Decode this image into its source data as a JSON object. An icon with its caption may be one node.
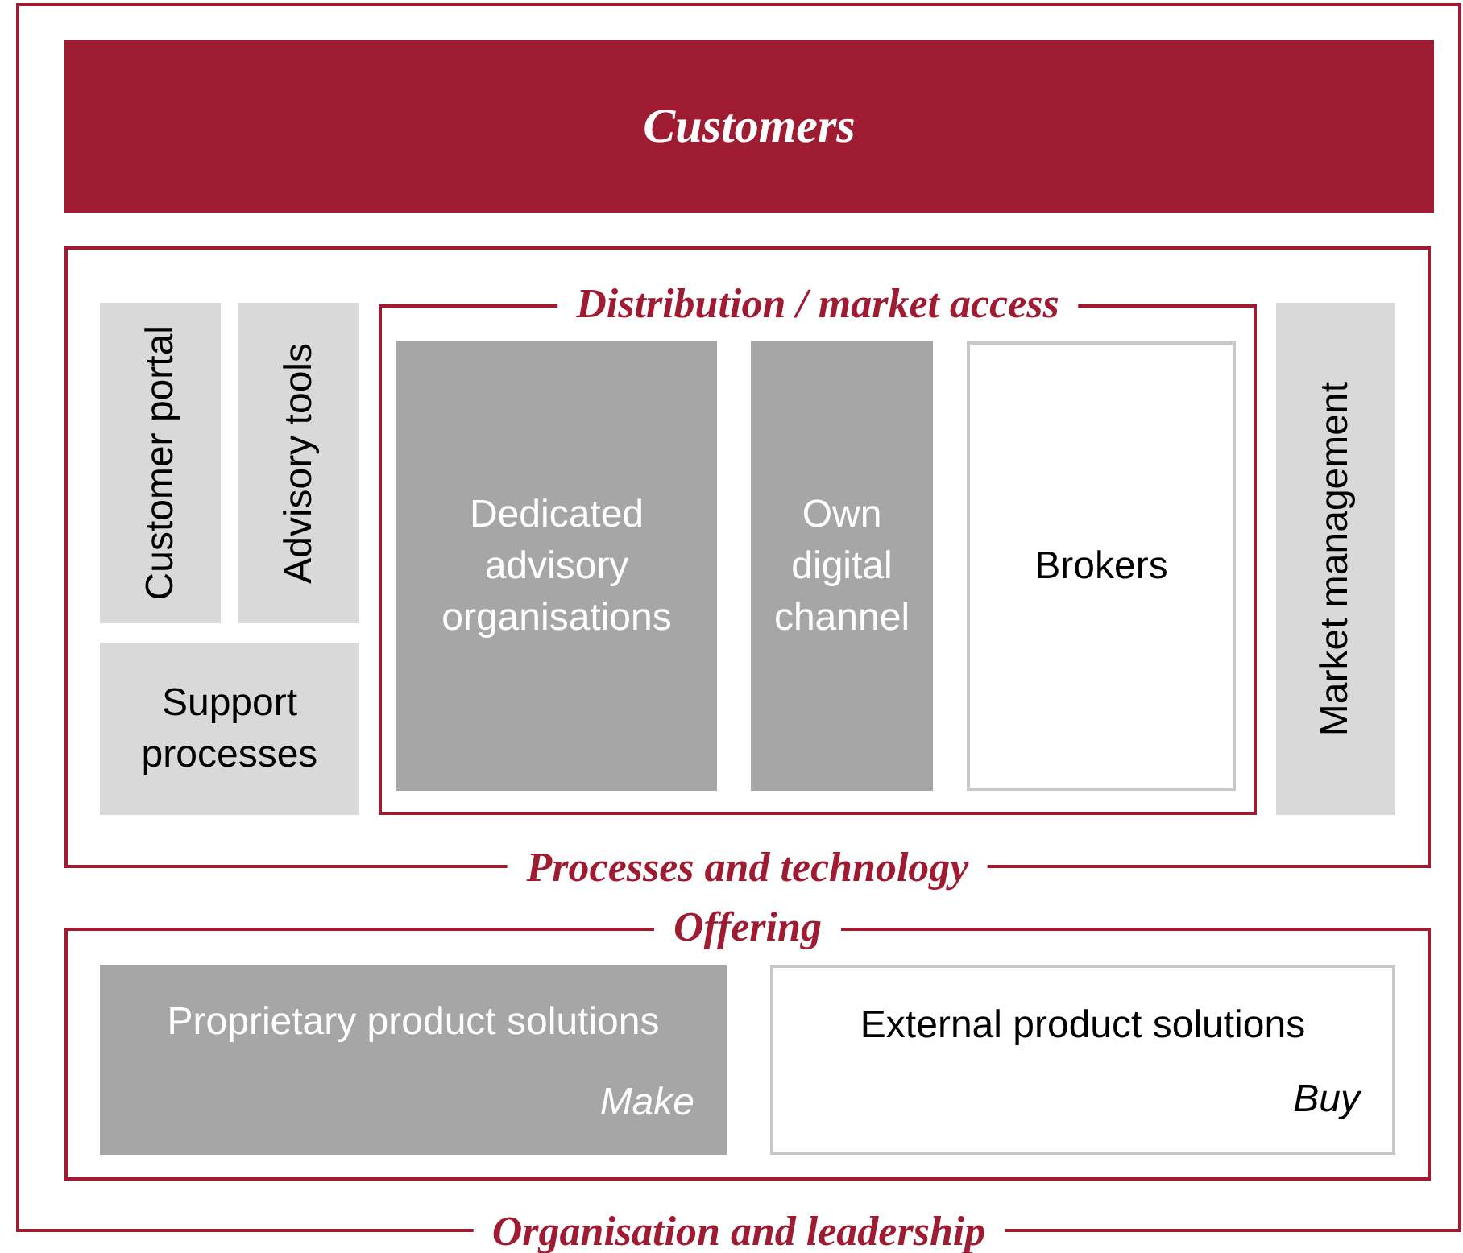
{
  "diagram": {
    "nodes": [
      {
        "text": [
          "Organisation and leadership"
        ]
      },
      {
        "text": [
          "Customers"
        ],
        "in": 0
      },
      {
        "text": [
          "Processes and technology"
        ],
        "in": 0
      },
      {
        "text": [
          "Customer portal"
        ],
        "in": 2
      },
      {
        "text": [
          "Advisory tools"
        ],
        "in": 2
      },
      {
        "text": [
          "Support processes"
        ],
        "in": 2
      },
      {
        "text": [
          "Distribution / market access"
        ],
        "in": 2
      },
      {
        "text": [
          "Dedicated advisory organisations"
        ],
        "in": 6
      },
      {
        "text": [
          "Own digital channel"
        ],
        "in": 6
      },
      {
        "text": [
          "Brokers"
        ],
        "in": 6
      },
      {
        "text": [
          "Market management"
        ],
        "in": 2
      },
      {
        "text": [
          "Offering"
        ],
        "in": 0
      },
      {
        "text": [
          "Proprietary product solutions",
          "Make"
        ],
        "in": 11
      },
      {
        "text": [
          "External product solutions",
          "Buy"
        ],
        "in": 11
      }
    ],
    "edges": []
  }
}
